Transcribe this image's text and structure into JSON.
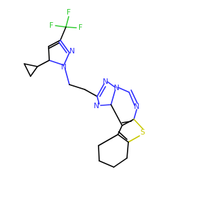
{
  "molecule": {
    "atoms": {
      "F1": "F",
      "F2": "F",
      "F3": "F",
      "N1": "N",
      "N2": "N",
      "N3": "N",
      "N4": "N",
      "N5": "N",
      "N6": "N",
      "S1": "S"
    },
    "colors": {
      "bond": "#000000",
      "nitrogen": "#2c2cff",
      "fluorine": "#33cc33",
      "sulfur": "#c8c800",
      "background": "#ffffff"
    }
  }
}
